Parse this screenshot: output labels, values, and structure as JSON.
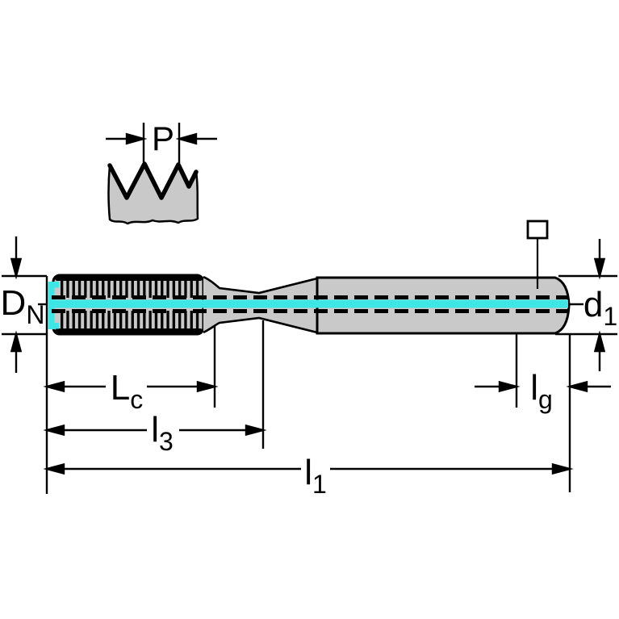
{
  "title_hidden": "",
  "colors": {
    "accent": "#3fe6e6",
    "body_fill": "#c9c9c9",
    "line": "#000000",
    "bg": "#ffffff"
  },
  "icons": {
    "square_drive": "square-drive-icon"
  },
  "labels": {
    "pitch": {
      "main": "P",
      "sub": ""
    },
    "nominal_diameter": {
      "main": "D",
      "sub": "N"
    },
    "shank_diameter": {
      "main": "d",
      "sub": "1"
    },
    "chamfer_length": {
      "main": "L",
      "sub": "c"
    },
    "thread_length": {
      "main": "l",
      "sub": "3"
    },
    "overall_length": {
      "main": "l",
      "sub": "1"
    },
    "square_length": {
      "main": "l",
      "sub": "g"
    }
  }
}
